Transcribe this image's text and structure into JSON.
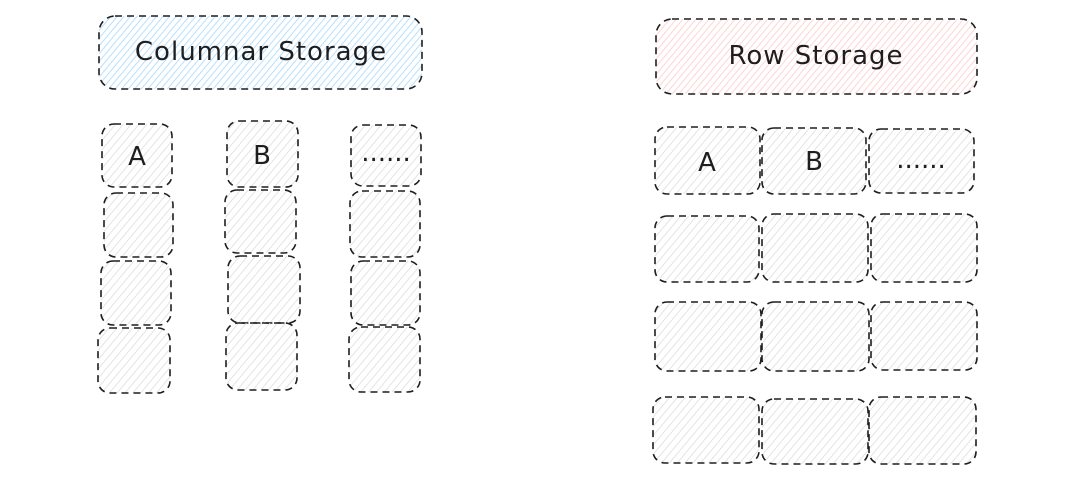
{
  "colors": {
    "stroke": "#1e1e1e",
    "cell_fill": "#d8d8d8",
    "columnar_fill": "#a5d8ff",
    "row_fill": "#ffc9c9",
    "background": "#ffffff"
  },
  "columnar": {
    "title": "Columnar Storage",
    "header_cells": [
      "A",
      "B",
      "......"
    ]
  },
  "row": {
    "title": "Row Storage",
    "header_cells": [
      "A",
      "B",
      "......"
    ]
  }
}
